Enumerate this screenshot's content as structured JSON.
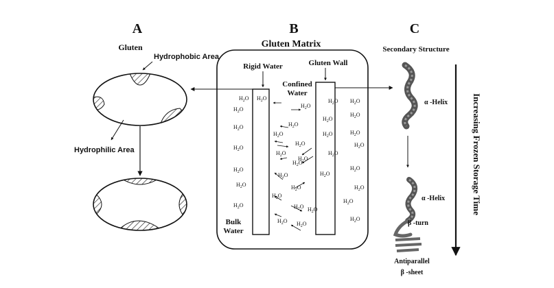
{
  "panels": {
    "a": {
      "letter": "A",
      "title": "Gluten",
      "hydrophobic_label": "Hydrophobic Area",
      "hydrophilic_label": "Hydrophilic Area"
    },
    "b": {
      "letter": "B",
      "title": "Gluten Matrix",
      "rigid_water_label": "Rigid Water",
      "gluten_wall_label": "Gluten Wall",
      "confined_label_line1": "Confined",
      "confined_label_line2": "Water",
      "bulk_label_line1": "Bulk",
      "bulk_label_line2": "Water",
      "molecule_label": "H2O"
    },
    "c": {
      "letter": "C",
      "title": "Secondary Structure",
      "alpha_helix_label_top": "α -Helix",
      "alpha_helix_label_bottom": "α -Helix",
      "beta_turn_label": "β -turn",
      "antiparallel_label_line1": "Antiparallel",
      "antiparallel_label_line2": "β -sheet",
      "time_axis_label": "Increasing Frozen Storage  Time"
    }
  },
  "colors": {
    "ink": "#111111",
    "hatch": "#222222",
    "protein": "#555555"
  }
}
